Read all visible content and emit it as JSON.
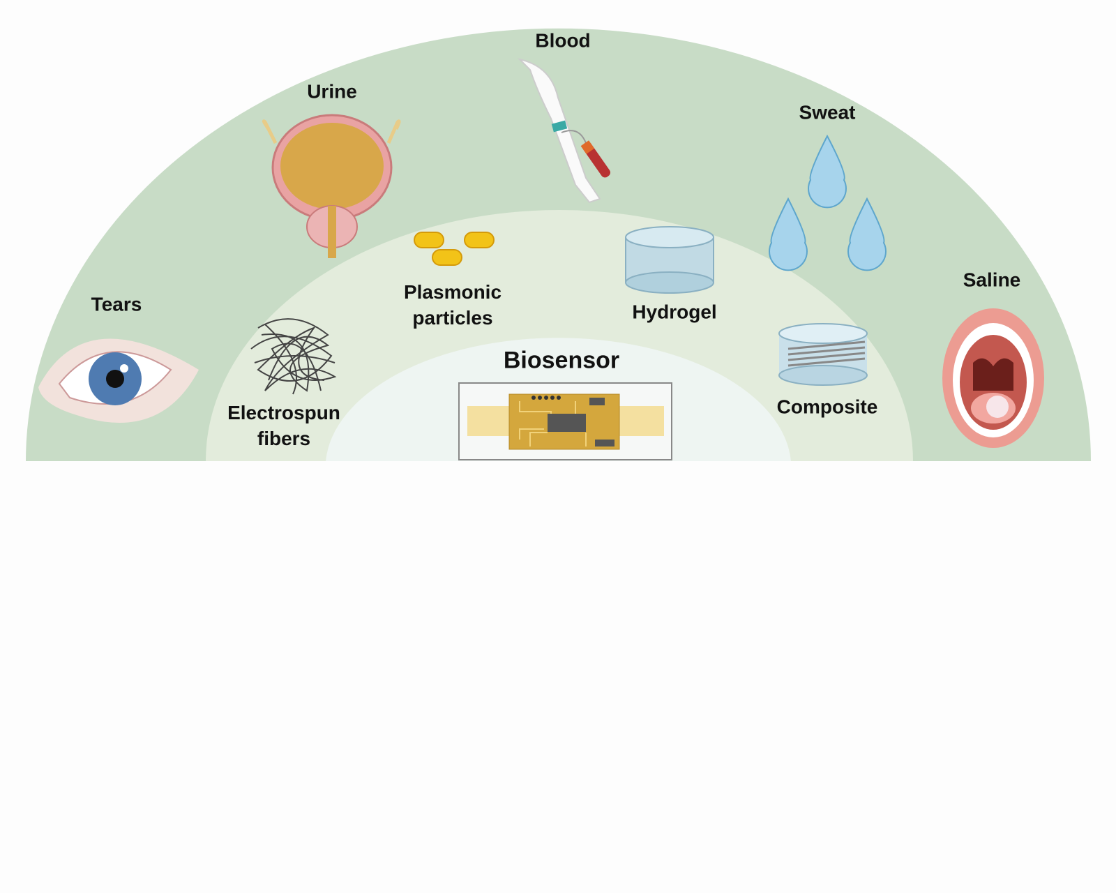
{
  "title": "Biosensor",
  "biofluids": {
    "blood": "Blood",
    "urine": "Urine",
    "sweat": "Sweat",
    "tears": "Tears",
    "saline": "Saline"
  },
  "materials": {
    "plasmonic_line1": "Plasmonic",
    "plasmonic_line2": "particles",
    "hydrogel": "Hydrogel",
    "electrospun_line1": "Electrospun",
    "electrospun_line2": "fibers",
    "composite": "Composite"
  },
  "colors": {
    "outer_ring": "#c8dcc6",
    "middle_ring": "#e3ecdc",
    "inner_ring": "#eef5f2"
  }
}
